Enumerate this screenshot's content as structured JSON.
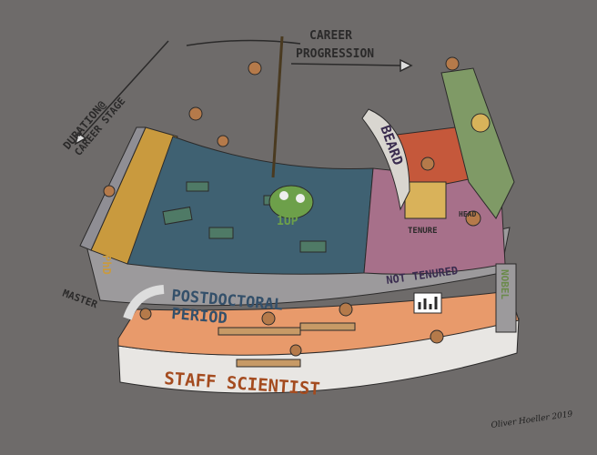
{
  "labels": {
    "career_progression_line1": "CAREER",
    "career_progression_line2": "PROGRESSION",
    "duration_line1": "DURATION@",
    "duration_line2": "CAREER STAGE",
    "phd": "PhD",
    "master": "MASTER",
    "postdoc_line1": "POSTDOCTORAL",
    "postdoc_line2": "PERIOD",
    "one_up": "1UP",
    "banner": "BEARD",
    "tenure": "TENURE",
    "head": "HEAD",
    "not_tenured": "NOT TENURED",
    "nobel": "NOBEL",
    "staff_scientist": "STAFF SCIENTIST"
  },
  "signature": "Oliver Hoeller 2019",
  "colors": {
    "background": "#6e6b6a",
    "pool": "#3f6172",
    "phd_track": "#c99a3e",
    "tenure_zone": "#a7708a",
    "tenure_top": "#c5583b",
    "nobel_zone": "#7f9a66",
    "staff_floor": "#e89a6b",
    "walls": "#9c9a9c"
  }
}
